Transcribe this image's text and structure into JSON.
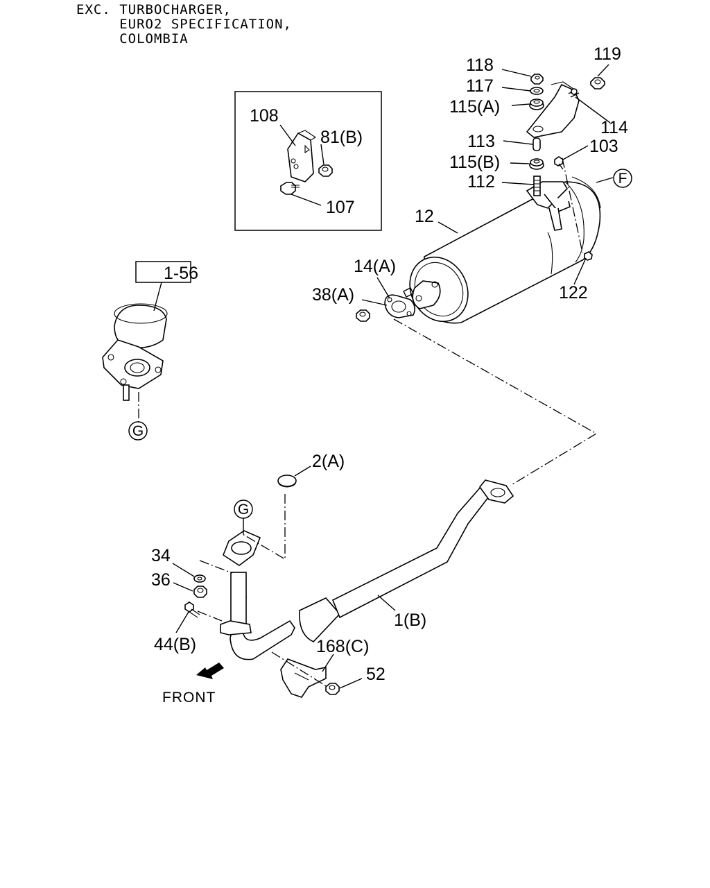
{
  "note": {
    "lines": [
      "EXC. TURBOCHARGER,",
      "     EURO2 SPECIFICATION,",
      "     COLOMBIA"
    ]
  },
  "reference_box": "1-56",
  "callouts": {
    "F": "F",
    "G_top": "G",
    "G_bottom": "G"
  },
  "labels": {
    "p118": "118",
    "p117": "117",
    "p115a": "115(A)",
    "p119": "119",
    "p114": "114",
    "p113": "113",
    "p103": "103",
    "p115b": "115(B)",
    "p112": "112",
    "p12": "12",
    "p14a": "14(A)",
    "p38a": "38(A)",
    "p122": "122",
    "p108": "108",
    "p81b": "81(B)",
    "p107": "107",
    "p2a": "2(A)",
    "p34": "34",
    "p36": "36",
    "p44b": "44(B)",
    "p1b": "1(B)",
    "p168c": "168(C)",
    "p52": "52"
  },
  "front_label": "FRONT"
}
